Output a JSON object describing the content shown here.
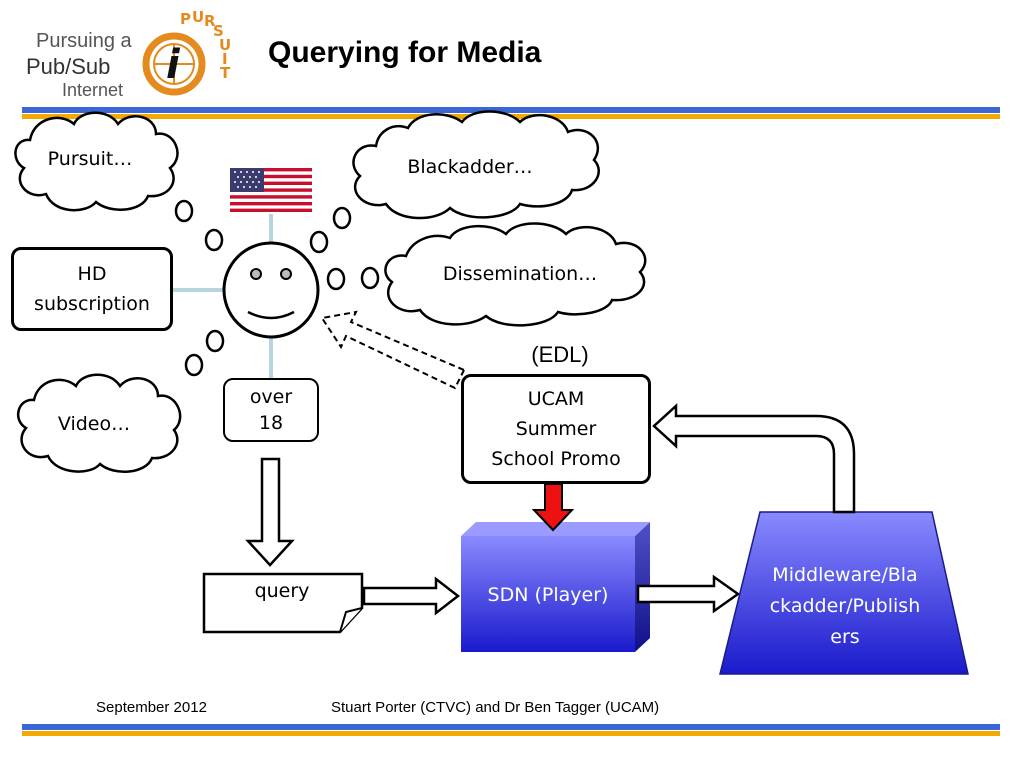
{
  "slide": {
    "title": "Querying for Media"
  },
  "logo": {
    "line1": "Pursuing a",
    "line2": "Pub/Sub",
    "line3": "Internet",
    "arc_letters": [
      "P",
      "U",
      "R",
      "S",
      "U",
      "I",
      "T"
    ],
    "emblem_letter": "i"
  },
  "clouds": {
    "pursuit": "Pursuit…",
    "blackadder": "Blackadder…",
    "dissemination": "Dissemination…",
    "video": "Video…"
  },
  "boxes": {
    "hd_line1": "HD",
    "hd_line2": "subscription",
    "over_line1": "over",
    "over_line2": "18",
    "edl": "(EDL)",
    "ucam_line1": "UCAM",
    "ucam_line2": "Summer",
    "ucam_line3": "School Promo",
    "query": "query",
    "sdn": "SDN (Player)",
    "mw_line1": "Middleware/Bla",
    "mw_line2": "ckadder/Publish",
    "mw_line3": "ers"
  },
  "footer": {
    "date": "September 2012",
    "authors": "Stuart Porter (CTVC) and Dr Ben Tagger (UCAM)"
  },
  "colors": {
    "rule_blue": "#3a66d6",
    "rule_orange": "#f2a900",
    "box_blue_top": "#8080ff",
    "box_blue_bottom": "#1a1acc",
    "promo_arrow": "#ee1111",
    "logo_orange": "#e58a1f"
  }
}
